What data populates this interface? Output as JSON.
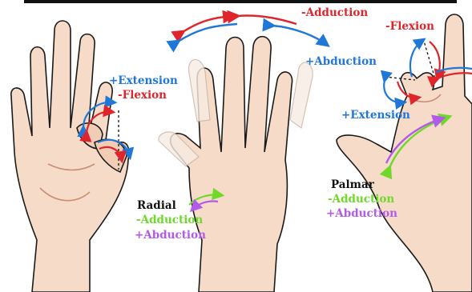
{
  "labels": {
    "left_extension": "+Extension",
    "left_flexion": "-Flexion",
    "top_adduction": "-Adduction",
    "top_abduction": "+Abduction",
    "right_flexion": "-Flexion",
    "right_extension": "+Extension",
    "palmar_title": "Palmar",
    "palmar_adduction": "-Adduction",
    "palmar_abduction": "+Abduction",
    "radial_title": "Radial",
    "radial_adduction": "-Adduction",
    "radial_abduction": "+Abduction"
  },
  "colors": {
    "red": "#e0242c",
    "blue": "#1f78d8",
    "green": "#6fd92a",
    "purple": "#b35ae8",
    "skin": "#f6dcc8",
    "skin_shade": "#e9b89c",
    "outline": "#1a1a1a"
  }
}
